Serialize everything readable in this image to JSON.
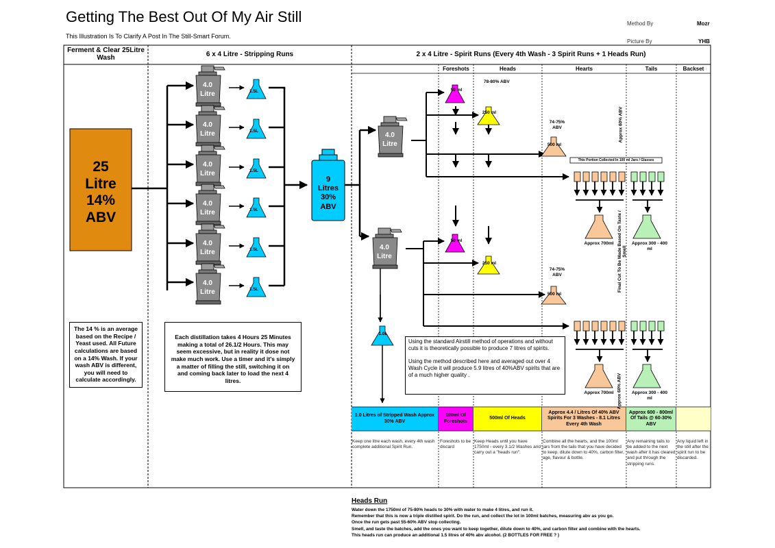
{
  "header": {
    "title": "Getting The Best Out Of My Air Still",
    "subtitle": "This Illustration Is To Clarify A Post In The Still-Smart Forum.",
    "method_by_label": "Method By",
    "method_by_value": "Mozr",
    "picture_by_label": "Picture By",
    "picture_by_value": "YHB"
  },
  "columns": {
    "ferment": "Ferment & Clear 25Litre Wash",
    "stripping": "6 x 4 Litre - Stripping Runs",
    "spirit": "2 x 4 Litre - Spirit Runs (Every 4th Wash - 3 Spirit Runs + 1 Heads Run)",
    "foreshots": "Foreshots",
    "heads": "Heads",
    "hearts": "Hearts",
    "tails": "Tails",
    "backset": "Backset"
  },
  "wash": {
    "line1": "25",
    "line2": "Litre",
    "line3": "14%",
    "line4": "ABV",
    "color": "#e08a10"
  },
  "stills": {
    "label1": "4.0",
    "label2": "Litre",
    "flask_label": "1.5L"
  },
  "collector": {
    "line1": "9",
    "line2": "Litres",
    "line3": "30%",
    "line4": "ABV"
  },
  "spirit_run": {
    "foreshots_flask": "50 ml",
    "heads_flask": "250 ml",
    "hearts_flask": "500 ml",
    "heads_abv": "78-80% ABV",
    "hearts_abv": "74-75% ABV",
    "collected_note": "This Portion Collected In 100 ml Jars / Glasses",
    "approx60": "Approx 60% ABV",
    "final_cut": "Final Cut To Be Made Based On Taste / Smell",
    "hearts_result": "Approx 700ml",
    "tails_result": "Approx 300 - 400 ml",
    "stripped_flask": "1.0L"
  },
  "notes": {
    "abv_note": "The 14 % is an average based on the Recipe / Yeast used. All Future calculations are based on a 14% Wash. If your wash ABV is different, you will need to calculate accordingly.",
    "distill_note": "Each distillation takes 4 Hours 25 Minutes making a total of 26.1/2 Hours. This may seem excessive, but in reality it dose not make much work. Use a timer and it's simply a matter of filling the still, switching it on and coming back later to load the next 4 litres.",
    "method_note_1": "Using the standard Airstill method of operations and without cuts it is theoretically possible to produce 7 litres of spirits.",
    "method_note_2": "Using the method described here and averaged out over 4 Wash Cycle it will produce 5.9 litres of 40%ABV spirits that are of a much higher quality ."
  },
  "summary": {
    "stripped": "1.0 Litres of Stripped Wash Approx 30% ABV",
    "foreshots": "100ml Of Foreshots",
    "heads": "500ml Of Heads",
    "hearts": "Approx 4.4 / Litres Of 40% ABV Spirits For 3 Washes - 8.1 Litres Every 4th Wash",
    "tails": "Approx 600 - 800ml Of Tails @ 60-30% ABV",
    "backset": ""
  },
  "descriptions": {
    "stripped": "Keep one litre each wash, every 4th wash complete additional Spirit Run.",
    "foreshots": "Foreshots to be discard",
    "heads": "Keep Heads until you have 1750ml - every 3.1/2 Washes and carry out a \"heads run\".",
    "hearts": "Combine all the hearts, and the 100ml jars from the tails that you have decided to keep. dilute down to 40%, carbon filter, age, flavour & bottle.",
    "tails": "Any remaining tails to be added to the next wash after it has cleared and put through the stripping runs.",
    "backset": "Any liquid left in the still after the spirit run to be discarded."
  },
  "heads_run": {
    "title": "Heads Run",
    "line1": "Water down the 1750ml of 75-80% heads to 30% with water to make 4 litres, and run it.",
    "line2": "Remember that this is now a triple distilled spirit. Do the run, and collect the lot in 100ml batches, measuring abv as you go.",
    "line3": "Once the run gets past 55-60% ABV stop collecting.",
    "line4": "Smell, and taste the batches, add the ones you want to keep together, dilute down to 40%, and carbon filter and combine with the hearts.",
    "line5": "This heads run can produce an additional 1.5 litres of 40% abv alcohol. (2 BOTTLES FOR FREE ? )"
  },
  "colors": {
    "cyan": "#00ccff",
    "magenta": "#ff00ff",
    "yellow": "#ffff00",
    "peach": "#f8c89a",
    "green": "#b8f0b8",
    "grey_still": "#8a8a8a"
  }
}
